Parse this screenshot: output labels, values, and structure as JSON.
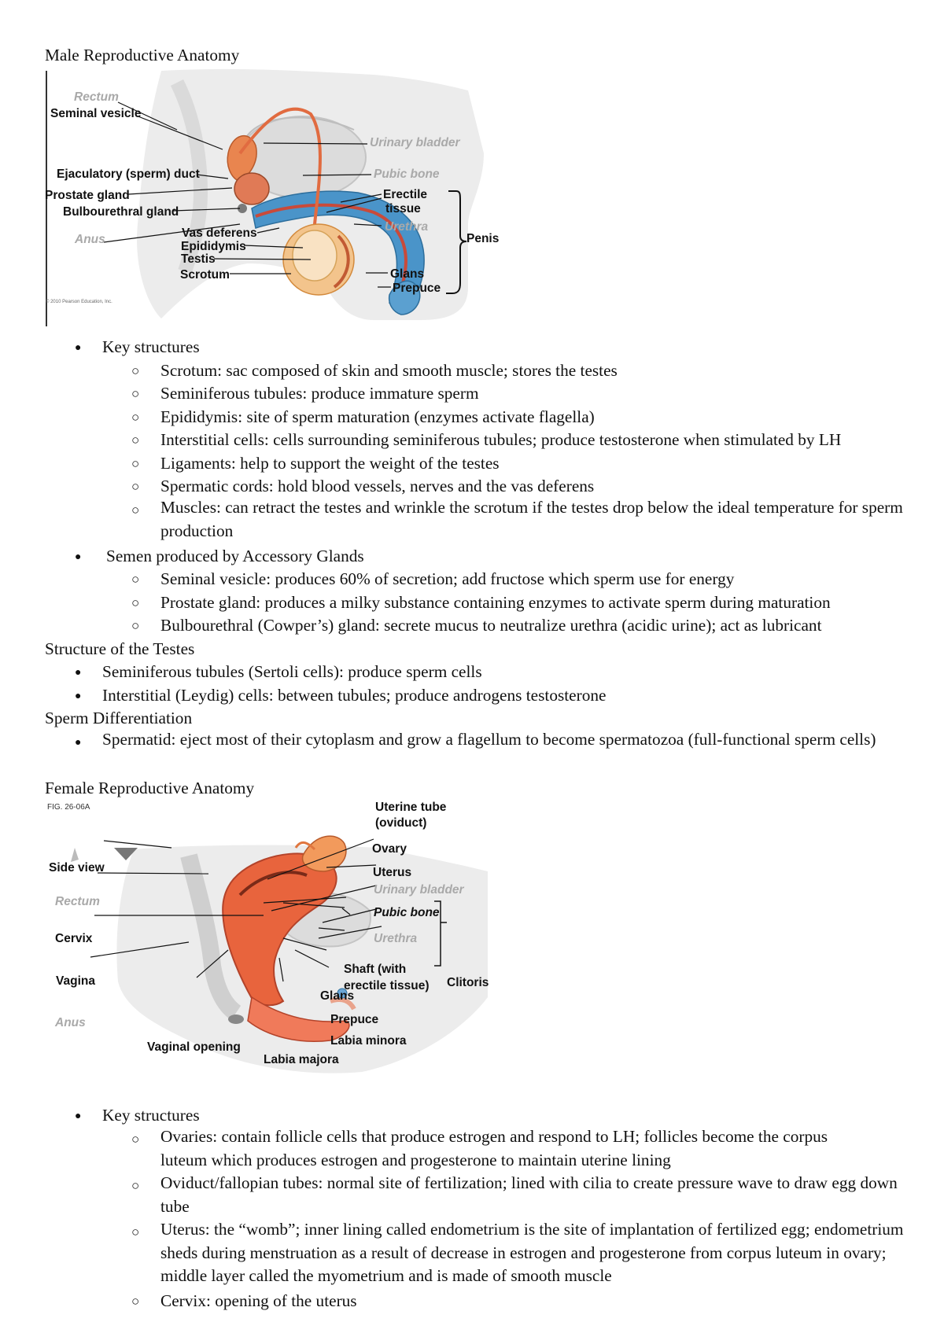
{
  "male": {
    "heading": "Male Reproductive Anatomy",
    "figure": {
      "labels": {
        "rectum": "Rectum",
        "seminal_vesicle": "Seminal vesicle",
        "urinary_bladder": "Urinary bladder",
        "pubic_bone": "Pubic bone",
        "ejaculatory_duct": "Ejaculatory (sperm) duct",
        "prostate_gland": "Prostate gland",
        "bulbourethral_gland": "Bulbourethral gland",
        "erectile_tissue_1": "Erectile",
        "erectile_tissue_2": "tissue",
        "urethra": "Urethra",
        "penis": "Penis",
        "anus": "Anus",
        "vas_deferens": "Vas deferens",
        "epididymis": "Epididymis",
        "testis": "Testis",
        "scrotum": "Scrotum",
        "glans": "Glans",
        "prepuce": "Prepuce",
        "copyright": "© 2010 Pearson Education, Inc."
      }
    },
    "key_structures": {
      "label": "Key structures",
      "items": [
        "Scrotum: sac composed of skin and smooth muscle; stores the testes",
        "Seminiferous tubules: produce immature sperm",
        "Epididymis: site of sperm maturation (enzymes activate flagella)",
        "Interstitial cells: cells surrounding seminiferous tubules; produce testosterone when stimulated by LH",
        "Ligaments: help to support the weight of the testes",
        "Spermatic cords: hold blood vessels, nerves and the vas deferens",
        "Muscles: can retract the testes and wrinkle the scrotum if the testes drop below the ideal temperature for sperm production"
      ]
    },
    "semen": {
      "label": "Semen produced by Accessory Glands",
      "items": [
        "Seminal vesicle: produces 60% of secretion; add fructose which sperm use for energy",
        "Prostate gland: produces a milky substance containing enzymes to activate sperm during maturation",
        "Bulbourethral (Cowper’s) gland: secrete mucus to neutralize urethra (acidic urine); act as lubricant"
      ]
    }
  },
  "testes": {
    "heading": "Structure of the Testes",
    "items": [
      "Seminiferous tubules (Sertoli cells): produce sperm cells",
      "Interstitial (Leydig) cells: between tubules; produce androgens testosterone"
    ]
  },
  "sperm_diff": {
    "heading": "Sperm Differentiation",
    "items": [
      "Spermatid: eject most of their cytoplasm and grow a flagellum to become spermatozoa (full-functional sperm cells)"
    ]
  },
  "female": {
    "heading": "Female Reproductive Anatomy",
    "figure": {
      "labels": {
        "fig_id": "FIG. 26-06A",
        "uterine_tube_1": "Uterine tube",
        "uterine_tube_2": "(oviduct)",
        "ovary": "Ovary",
        "side_view": "Side view",
        "uterus": "Uterus",
        "urinary_bladder": "Urinary bladder",
        "rectum": "Rectum",
        "pubic_bone": "Pubic bone",
        "cervix": "Cervix",
        "urethra": "Urethra",
        "shaft_1": "Shaft (with",
        "shaft_2": "erectile tissue)",
        "clitoris": "Clitoris",
        "vagina": "Vagina",
        "glans": "Glans",
        "anus": "Anus",
        "prepuce": "Prepuce",
        "labia_minora": "Labia minora",
        "vaginal_opening": "Vaginal opening",
        "labia_majora": "Labia majora"
      }
    },
    "key_structures": {
      "label": "Key structures",
      "items": [
        "Ovaries: contain follicle cells that produce estrogen and respond to LH; follicles become the corpus luteum which produces estrogen and progesterone to maintain uterine lining",
        "Oviduct/fallopian tubes: normal site of fertilization; lined with cilia to create pressure wave to draw egg down tube",
        "Uterus: the “womb”; inner lining called endometrium is the site of implantation of fertilized egg; endometrium sheds during menstruation as a result of decrease in estrogen and progesterone from corpus luteum in ovary; middle layer called the myometrium and is made of smooth muscle",
        "Cervix: opening of the uterus"
      ]
    }
  }
}
